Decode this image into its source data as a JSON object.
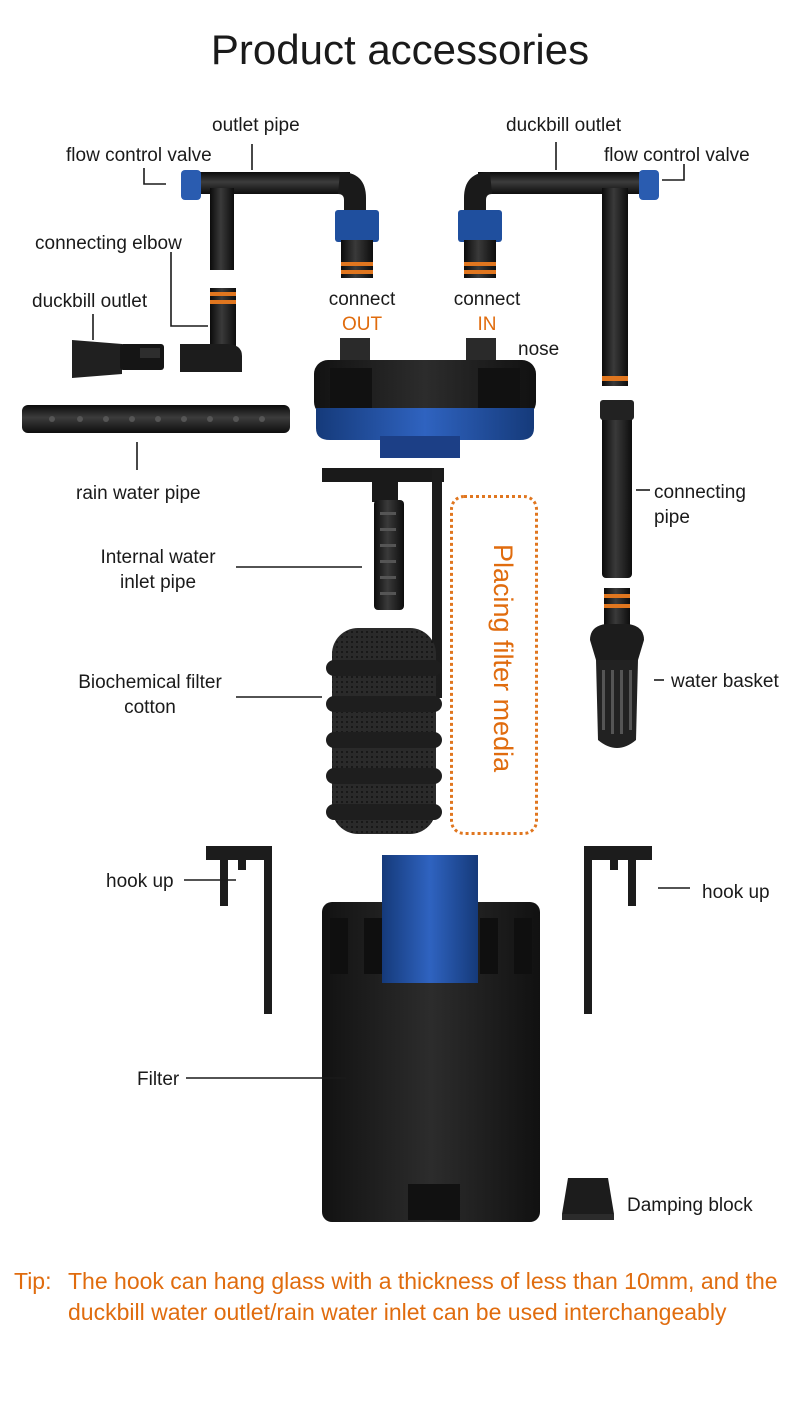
{
  "title": "Product accessories",
  "labels": {
    "outlet_pipe": "outlet pipe",
    "flow_control_valve_left": "flow control valve",
    "connecting_elbow": "connecting elbow",
    "duckbill_outlet_left": "duckbill outlet",
    "duckbill_outlet_right": "duckbill outlet",
    "flow_control_valve_right": "flow control valve",
    "connect_out_1": "connect",
    "connect_out_2": "OUT",
    "connect_in_1": "connect",
    "connect_in_2": "IN",
    "nose": "nose",
    "rain_water_pipe": "rain water pipe",
    "internal_inlet_1": "Internal water",
    "internal_inlet_2": "inlet pipe",
    "connecting_pipe_1": "connecting",
    "connecting_pipe_2": "pipe",
    "biochem_1": "Biochemical filter",
    "biochem_2": "cotton",
    "water_basket": "water basket",
    "hook_up_left": "hook up",
    "hook_up_right": "hook up",
    "filter": "Filter",
    "damping_block": "Damping block",
    "placing_filter_media": "Placing filter media"
  },
  "tip": {
    "label": "Tip:",
    "text": "The hook can hang glass with a thickness of less than 10mm, and the duckbill water outlet/rain water inlet can be used interchangeably"
  },
  "colors": {
    "accent": "#e06c0e",
    "part_black": "#1c1c1c",
    "part_blue": "#1f4f9e",
    "ring_orange": "#e0761f"
  }
}
